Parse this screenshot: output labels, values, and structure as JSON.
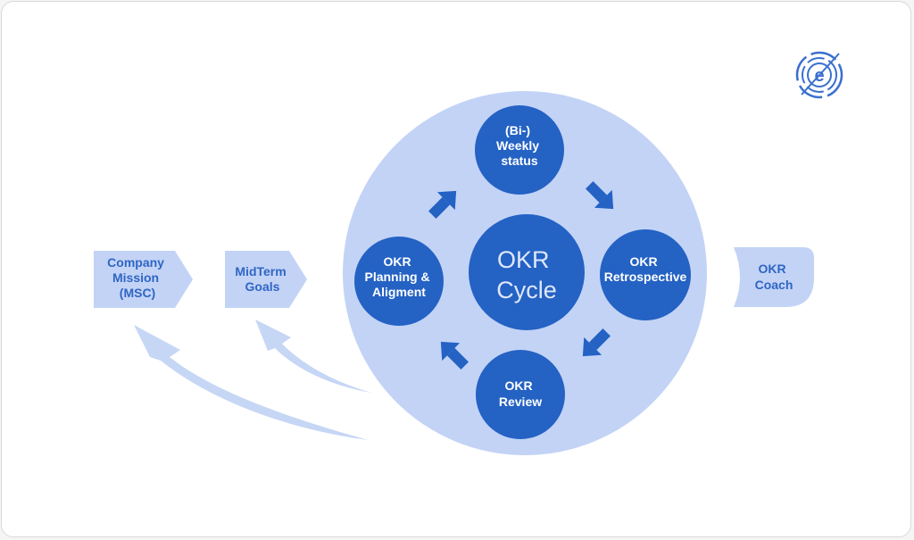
{
  "colors": {
    "background_circle": "#c3d3f6",
    "node_fill": "#2462c4",
    "arrow_fill": "#2462c4",
    "pentagon_fill": "#c3d3f6",
    "pentagon_text": "#2f66c4",
    "back_arrow_fill": "#c6d6f5",
    "logo": "#3a6fcf"
  },
  "cycle": {
    "center": {
      "line1": "OKR",
      "line2": "Cycle"
    },
    "weekly_status": {
      "line1": "(Bi-)",
      "line2": "Weekly",
      "line3": "status"
    },
    "retrospective": {
      "line1": "OKR",
      "line2": "Retrospective"
    },
    "review": {
      "line1": "OKR",
      "line2": "Review"
    },
    "planning": {
      "line1": "OKR",
      "line2": "Planning &",
      "line3": "Aligment"
    }
  },
  "left_items": {
    "company_mission": {
      "line1": "Company",
      "line2": "Mission",
      "line3": "(MSC)"
    },
    "midterm_goals": {
      "line1": "MidTerm",
      "line2": "Goals"
    }
  },
  "right_item": {
    "okr_coach": {
      "line1": "OKR",
      "line2": "Coach"
    }
  },
  "logo": {
    "icon": "e-logo-icon",
    "letter": "e"
  }
}
